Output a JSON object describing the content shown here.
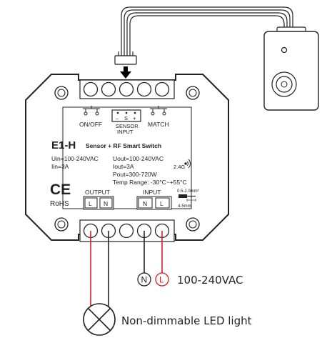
{
  "device": {
    "model": "E1-H",
    "subtitle": "Sensor + RF Smart Switch",
    "input_spec": [
      "Uin=100-240VAC",
      "Iin=3A"
    ],
    "output_spec": [
      "Uout=100-240VAC",
      "Iout=3A",
      "Pout=300-720W",
      "Temp Range: -30°C~+55°C"
    ],
    "rf_label": "2.4G",
    "ce_mark": "CE",
    "rohs_mark": "RoHS"
  },
  "buttons": {
    "on_off": "ON/OFF",
    "match": "MATCH"
  },
  "sensor_input": {
    "pins": [
      "–",
      "S",
      "+"
    ],
    "label_line1": "SENSOR",
    "label_line2": "INPUT"
  },
  "terminals": {
    "output_title": "OUTPUT",
    "output": [
      "L",
      "N"
    ],
    "input_title": "INPUT",
    "input": [
      "N",
      "L"
    ]
  },
  "wire_gauge": {
    "cross_section": "0.5-2.0mm²",
    "strip_length": "4-5mm"
  },
  "mains": {
    "neutral": "N",
    "live": "L",
    "voltage_label": "100-240VAC"
  },
  "load": {
    "label": "Non-dimmable LED light"
  },
  "colors": {
    "live_wire": "#d0202a",
    "arrow": "#2a8fd8",
    "outline": "#222222",
    "text": "#222222"
  }
}
